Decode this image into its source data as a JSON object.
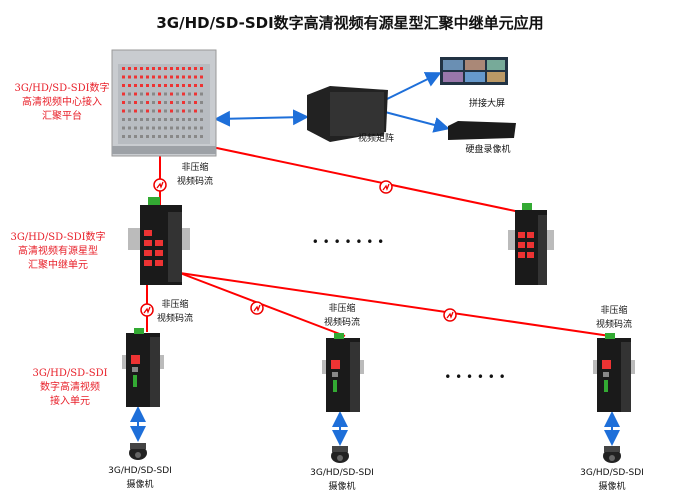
{
  "title": "3G/HD/SD-SDI数字高清视频有源星型汇聚中继单元应用",
  "center": {
    "label": [
      "3G/HD/SD-SDI数字",
      "高清视频中心接入",
      "汇聚平台"
    ]
  },
  "matrix": {
    "label": "视频矩阵"
  },
  "screen": {
    "label": "拼接大屏"
  },
  "dvr": {
    "label": "硬盘录像机"
  },
  "repeater": {
    "label": [
      "3G/HD/SD-SDI数字",
      "高清视频有源星型",
      "汇聚中继单元"
    ]
  },
  "access": {
    "label": [
      "3G/HD/SD-SDI",
      "数字高清视频",
      "接入单元"
    ]
  },
  "stream_label": [
    "非压缩",
    "视频码流"
  ],
  "ellipsis": "• • • • • • •",
  "ellipsis2": "• • • • • •",
  "camera": {
    "label": [
      "3G/HD/SD-SDI",
      "摄像机"
    ]
  },
  "colors": {
    "fiber": "#ff0000",
    "link": "#1e6fd9",
    "label": "#e8202a"
  }
}
